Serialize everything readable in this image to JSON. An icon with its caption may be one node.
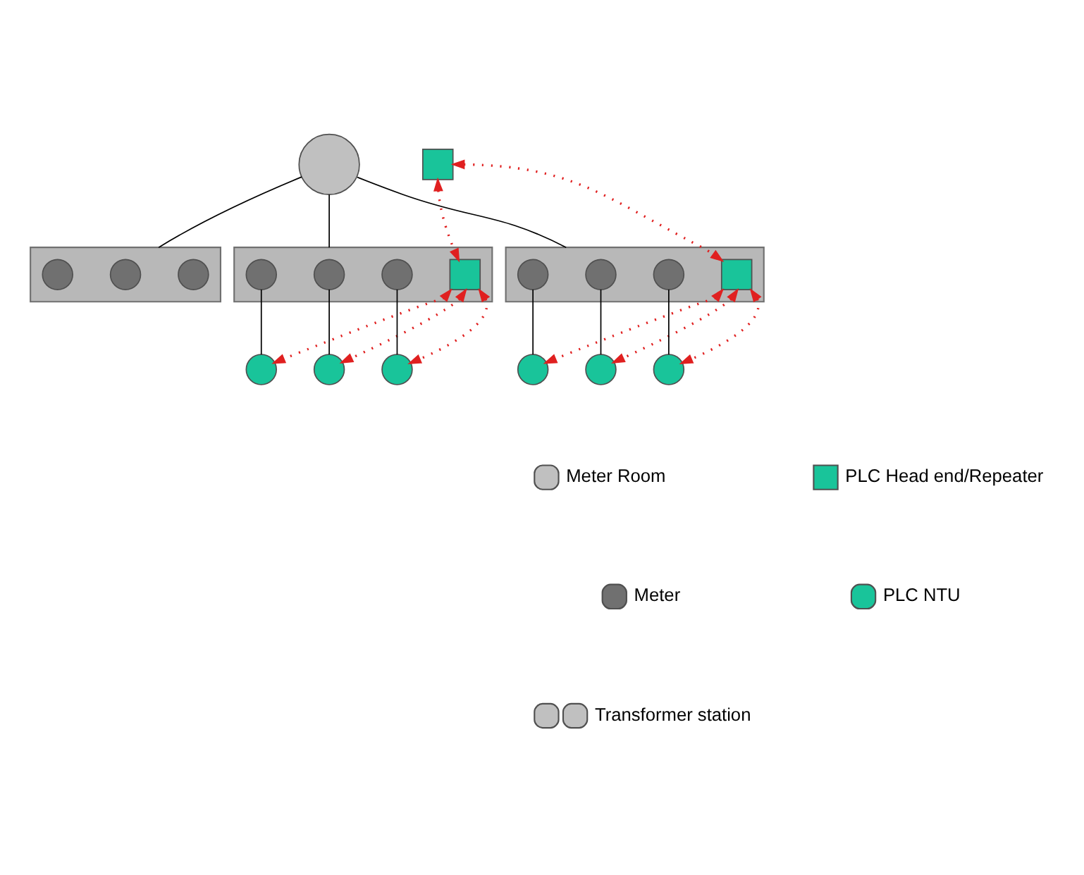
{
  "diagram": {
    "nodes": [
      {
        "text": [],
        "shape": "circle"
      },
      {
        "text": [],
        "shape": "box"
      },
      {
        "text": [],
        "shape": "triangle"
      },
      {
        "text": [],
        "shape": "circle",
        "in": 2
      },
      {
        "text": [],
        "shape": "circle",
        "in": 2
      },
      {
        "text": [],
        "shape": "circle",
        "in": 2
      },
      {
        "text": [],
        "shape": "triangle"
      },
      {
        "text": [],
        "shape": "box",
        "in": 6
      },
      {
        "text": [],
        "shape": "circle",
        "in": 6
      },
      {
        "text": [],
        "shape": "circle",
        "in": 6
      },
      {
        "text": [],
        "shape": "circle",
        "in": 6
      },
      {
        "text": [],
        "shape": "circle"
      },
      {
        "text": [],
        "shape": "circle"
      },
      {
        "text": [],
        "shape": "circle"
      },
      {
        "text": [],
        "shape": "triangle"
      },
      {
        "text": [],
        "shape": "box",
        "in": 14
      },
      {
        "text": [],
        "shape": "circle",
        "in": 14
      },
      {
        "text": [],
        "shape": "circle",
        "in": 14
      },
      {
        "text": [],
        "shape": "circle",
        "in": 14
      },
      {
        "text": [],
        "shape": "circle"
      },
      {
        "text": [],
        "shape": "circle"
      },
      {
        "text": [],
        "shape": "circle"
      }
    ],
    "edges": [
      {
        "from": 0,
        "to": 2,
        "arrow": "none"
      },
      {
        "from": 0,
        "to": 6,
        "arrow": "none"
      },
      {
        "from": 0,
        "to": 14,
        "arrow": "none"
      },
      {
        "from": 8,
        "to": 11,
        "arrow": "none"
      },
      {
        "from": 9,
        "to": 12,
        "arrow": "none"
      },
      {
        "from": 10,
        "to": 13,
        "arrow": "none"
      },
      {
        "from": 16,
        "to": 19,
        "arrow": "none"
      },
      {
        "from": 17,
        "to": 20,
        "arrow": "none"
      },
      {
        "from": 18,
        "to": 21,
        "arrow": "none"
      },
      {
        "from": 1,
        "to": 7,
        "arrow": "both",
        "style": "dashed",
        "color": "#e02020"
      },
      {
        "from": 1,
        "to": 15,
        "arrow": "both",
        "style": "dashed",
        "color": "#e02020"
      },
      {
        "from": 7,
        "to": 11,
        "arrow": "both",
        "style": "dashed",
        "color": "#e02020"
      },
      {
        "from": 7,
        "to": 12,
        "arrow": "both",
        "style": "dashed",
        "color": "#e02020"
      },
      {
        "from": 7,
        "to": 13,
        "arrow": "both",
        "style": "dashed",
        "color": "#e02020"
      },
      {
        "from": 15,
        "to": 19,
        "arrow": "both",
        "style": "dashed",
        "color": "#e02020"
      },
      {
        "from": 15,
        "to": 20,
        "arrow": "both",
        "style": "dashed",
        "color": "#e02020"
      },
      {
        "from": 15,
        "to": 21,
        "arrow": "both",
        "style": "dashed",
        "color": "#e02020"
      }
    ],
    "legend": [
      {
        "text": "Meter Room"
      },
      {
        "text": "PLC Head end/Repeater"
      },
      {
        "text": "Meter"
      },
      {
        "text": "PLC NTU"
      },
      {
        "text": "Transformer station"
      }
    ]
  }
}
